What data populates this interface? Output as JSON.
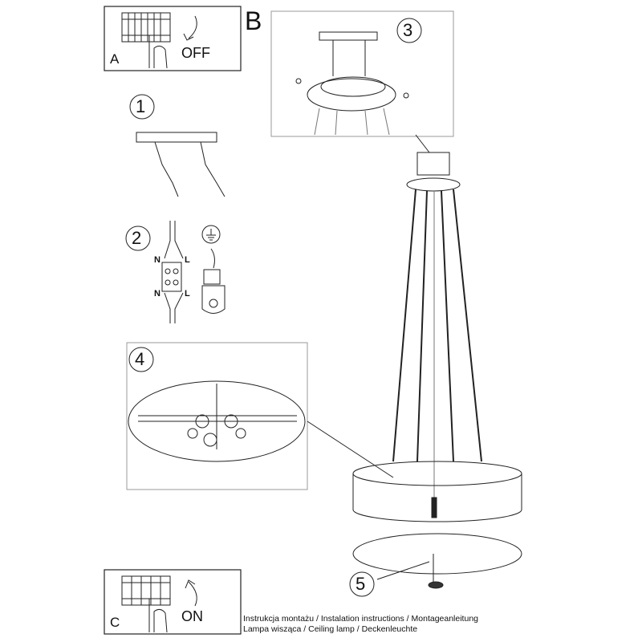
{
  "panels": {
    "a": {
      "letter": "A",
      "action": "OFF"
    },
    "b": {
      "letter": "B"
    },
    "c": {
      "letter": "C",
      "action": "ON"
    }
  },
  "steps": [
    {
      "number": "1"
    },
    {
      "number": "2",
      "wire_labels": [
        "N",
        "L",
        "N",
        "L"
      ]
    },
    {
      "number": "3"
    },
    {
      "number": "4"
    },
    {
      "number": "5"
    }
  ],
  "caption": {
    "line1": "Instrukcja montażu / Instalation instructions / Montageanleitung",
    "line2": "Lampa wisząca / Ceiling lamp / Deckenleuchte"
  }
}
